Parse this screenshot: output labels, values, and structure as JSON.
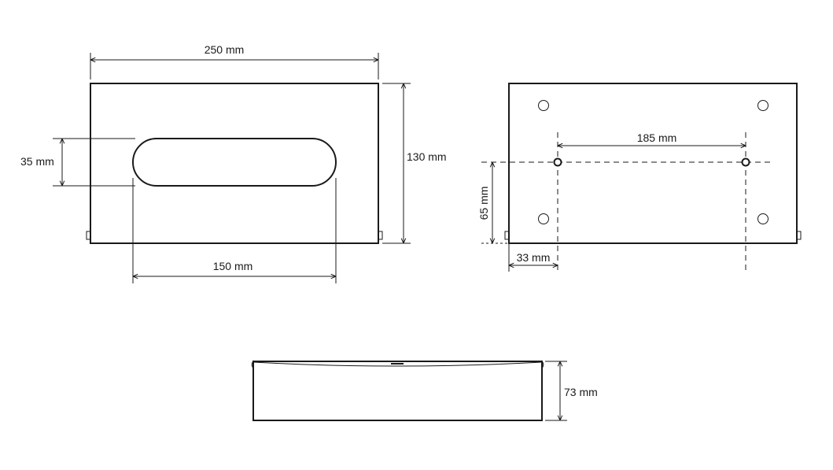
{
  "views": {
    "front": {
      "width_label": "250 mm",
      "height_label": "130 mm",
      "slot_height_label": "35 mm",
      "slot_width_label": "150 mm"
    },
    "back": {
      "hole_spacing_label": "185 mm",
      "hole_height_label": "65 mm",
      "hole_offset_label": "33 mm"
    },
    "side": {
      "depth_label": "73 mm"
    }
  },
  "colors": {
    "line": "#1a1a1a",
    "background": "#ffffff"
  }
}
